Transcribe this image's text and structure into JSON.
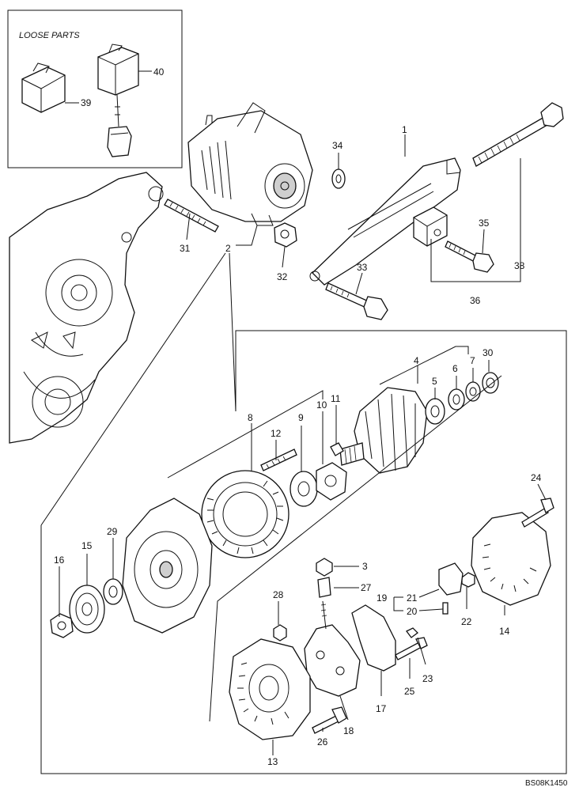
{
  "loose_parts": {
    "title": "LOOSE PARTS"
  },
  "callouts": [
    {
      "id": "1",
      "label": "1"
    },
    {
      "id": "2",
      "label": "2"
    },
    {
      "id": "3",
      "label": "3"
    },
    {
      "id": "4",
      "label": "4"
    },
    {
      "id": "5",
      "label": "5"
    },
    {
      "id": "6",
      "label": "6"
    },
    {
      "id": "7",
      "label": "7"
    },
    {
      "id": "8",
      "label": "8"
    },
    {
      "id": "9",
      "label": "9"
    },
    {
      "id": "10",
      "label": "10"
    },
    {
      "id": "11",
      "label": "11"
    },
    {
      "id": "12",
      "label": "12"
    },
    {
      "id": "13",
      "label": "13"
    },
    {
      "id": "14",
      "label": "14"
    },
    {
      "id": "15",
      "label": "15"
    },
    {
      "id": "16",
      "label": "16"
    },
    {
      "id": "17",
      "label": "17"
    },
    {
      "id": "18",
      "label": "18"
    },
    {
      "id": "19",
      "label": "19"
    },
    {
      "id": "20",
      "label": "20"
    },
    {
      "id": "21",
      "label": "21"
    },
    {
      "id": "22",
      "label": "22"
    },
    {
      "id": "23",
      "label": "23"
    },
    {
      "id": "24",
      "label": "24"
    },
    {
      "id": "25",
      "label": "25"
    },
    {
      "id": "26",
      "label": "26"
    },
    {
      "id": "27",
      "label": "27"
    },
    {
      "id": "28",
      "label": "28"
    },
    {
      "id": "29",
      "label": "29"
    },
    {
      "id": "30",
      "label": "30"
    },
    {
      "id": "31",
      "label": "31"
    },
    {
      "id": "32",
      "label": "32"
    },
    {
      "id": "33",
      "label": "33"
    },
    {
      "id": "34",
      "label": "34"
    },
    {
      "id": "35",
      "label": "35"
    },
    {
      "id": "36",
      "label": "36"
    },
    {
      "id": "38",
      "label": "38"
    },
    {
      "id": "39",
      "label": "39"
    },
    {
      "id": "40",
      "label": "40"
    }
  ],
  "reference_code": "BS08K1450"
}
